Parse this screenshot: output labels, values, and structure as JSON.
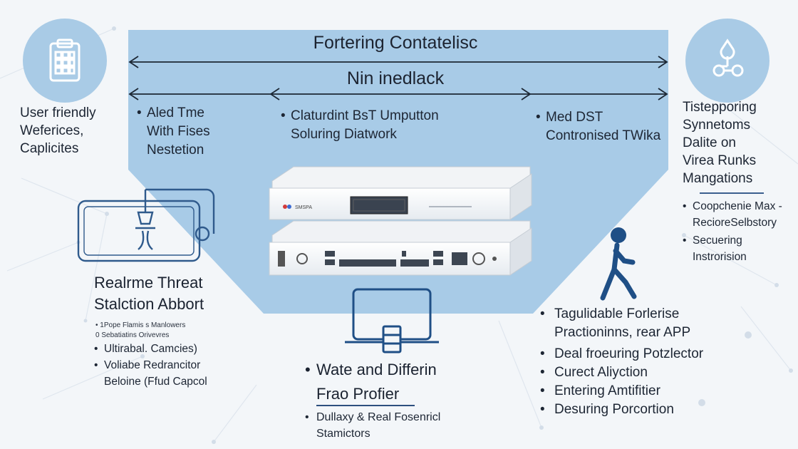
{
  "title": "Fortering Contatelisc",
  "subtitle": "Nin inedlack",
  "columns": [
    {
      "lines": [
        "Aled Tme",
        "With Fises",
        "Nestetion"
      ]
    },
    {
      "lines": [
        "Claturdint BsT Umputton",
        "Soluring Diatwork"
      ]
    },
    {
      "lines": [
        "Med DST",
        "Contronised TWika"
      ]
    }
  ],
  "left_top": {
    "lines": [
      "User friendly",
      "Weferices,",
      "Caplicites"
    ]
  },
  "right_top": {
    "lines": [
      "Tistepporing",
      "Synnetoms",
      "Dalite on",
      "Virea Runks",
      "Mangations"
    ]
  },
  "right_small": [
    {
      "lines": [
        "Coopchenie Max -",
        "RecioreSelbstory"
      ]
    },
    {
      "lines": [
        "Secuering",
        "Instrorision"
      ]
    }
  ],
  "left_bottom": {
    "heading": [
      "Realrme Threat",
      "Stalction Abbort"
    ],
    "tiny": [
      "1Pope Flamis s Manlowers",
      "0 Sebatiatins Orivevres"
    ],
    "items": [
      {
        "lines": [
          "Ultirabal. Camcies)"
        ]
      },
      {
        "lines": [
          "Voliabe Redrancitor",
          "Beloine (Ffud Capcol"
        ]
      }
    ]
  },
  "center_bottom": {
    "heading": [
      "Wate and Differin",
      "Frao Profier"
    ],
    "items": [
      {
        "lines": [
          "Dullaxy & Real Fosenricl",
          "Stamictors"
        ]
      }
    ]
  },
  "right_bottom": {
    "items": [
      {
        "lines": [
          "Tagulidable Forlerise",
          "Practioninns, rear APP"
        ]
      },
      {
        "lines": [
          "Deal froeuring Potzlector"
        ]
      },
      {
        "lines": [
          "Curect Aliyction"
        ]
      },
      {
        "lines": [
          "Entering Amtifitier"
        ]
      },
      {
        "lines": [
          "Desuring Porcortion"
        ]
      }
    ]
  },
  "device": {
    "brand_label": "SMSPA"
  },
  "colors": {
    "funnel": "#a8cbe7",
    "accent": "#1f4f86",
    "icon": "#ffffff",
    "text": "#1d2634"
  },
  "icons": [
    "clipboard-icon",
    "network-node-icon",
    "monitor-hand-icon",
    "laptop-icon",
    "walking-person-icon"
  ]
}
